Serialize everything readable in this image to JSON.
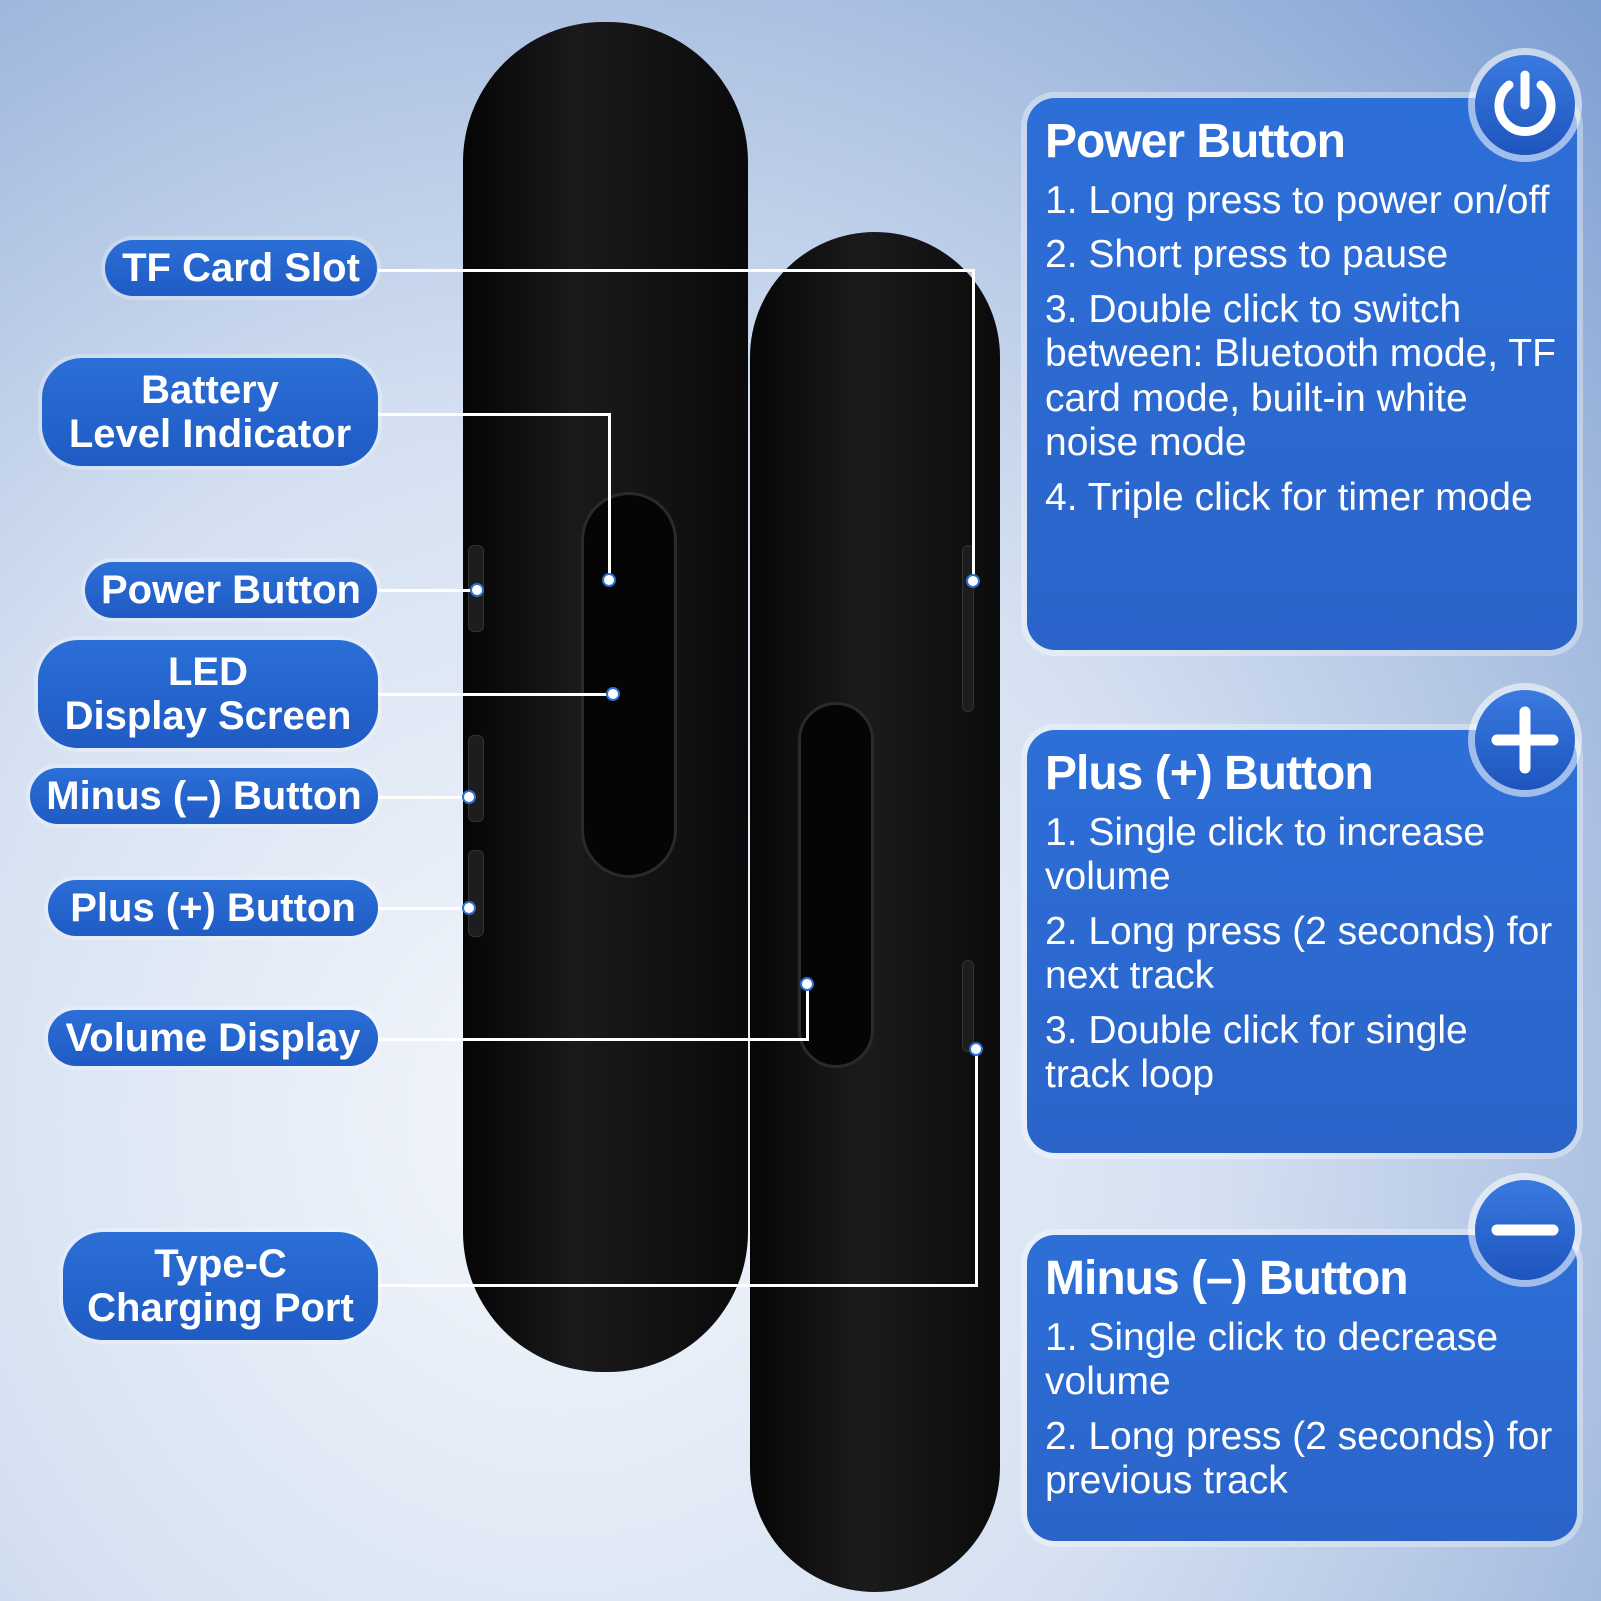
{
  "labels": {
    "tf_card_slot": "TF Card Slot",
    "battery_line1": "Battery",
    "battery_line2": "Level Indicator",
    "power_button": "Power Button",
    "led_line1": "LED",
    "led_line2": "Display Screen",
    "minus_button": "Minus (–) Button",
    "plus_button": "Plus (+) Button",
    "volume_display": "Volume Display",
    "typec_line1": "Type-C",
    "typec_line2": "Charging Port"
  },
  "panels": {
    "power": {
      "title": "Power Button",
      "items": [
        "1. Long press to power on/off",
        "2. Short press to pause",
        "3. Double click to switch between: Bluetooth mode, TF card mode, built-in white noise mode",
        "4. Triple click for timer mode"
      ]
    },
    "plus": {
      "title": "Plus (+) Button",
      "items": [
        "1. Single click to increase volume",
        "2. Long press (2 seconds) for next track",
        "3. Double click for single track loop"
      ]
    },
    "minus": {
      "title": "Minus (–) Button",
      "items": [
        "1. Single click to decrease volume",
        "2. Long press (2 seconds) for previous track"
      ]
    }
  },
  "colors": {
    "accent": "#2b6fd6",
    "device": "#0c0c0e"
  },
  "icons": {
    "power": "power-icon",
    "plus": "plus-icon",
    "minus": "minus-icon"
  }
}
